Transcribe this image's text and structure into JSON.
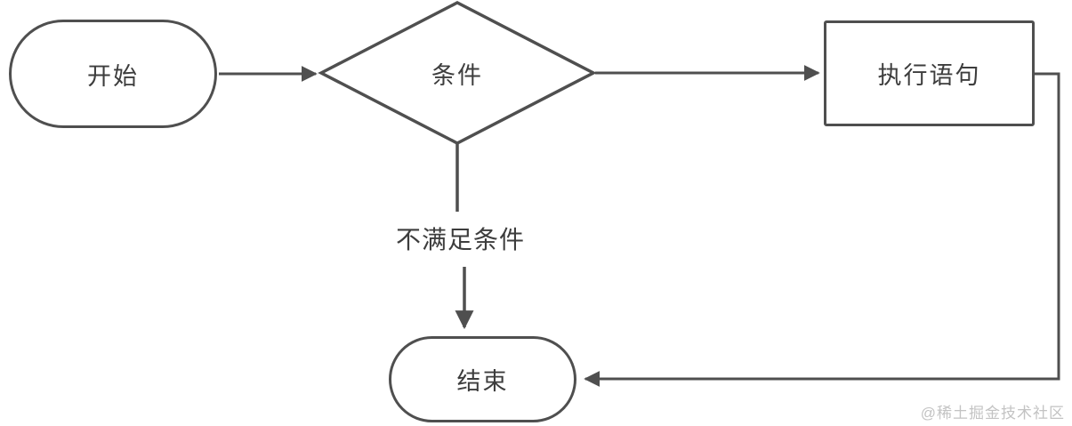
{
  "diagram": {
    "type": "flowchart",
    "nodes": [
      {
        "id": "start",
        "shape": "stadium",
        "label": "开始"
      },
      {
        "id": "condition",
        "shape": "diamond",
        "label": "条件"
      },
      {
        "id": "process",
        "shape": "rectangle",
        "label": "执行语句"
      },
      {
        "id": "end",
        "shape": "stadium",
        "label": "结束"
      }
    ],
    "edges": [
      {
        "from": "start",
        "to": "condition",
        "label": ""
      },
      {
        "from": "condition",
        "to": "process",
        "label": ""
      },
      {
        "from": "process",
        "to": "end",
        "label": ""
      },
      {
        "from": "condition",
        "to": "end",
        "label": "不满足条件"
      }
    ]
  },
  "watermark": "@稀土掘金技术社区",
  "colors": {
    "stroke": "#4f4f4f",
    "node_text": "#3d3d3d",
    "node_fill": "#ffffff",
    "watermark": "#c3c3c3",
    "background": "#ffffff"
  }
}
